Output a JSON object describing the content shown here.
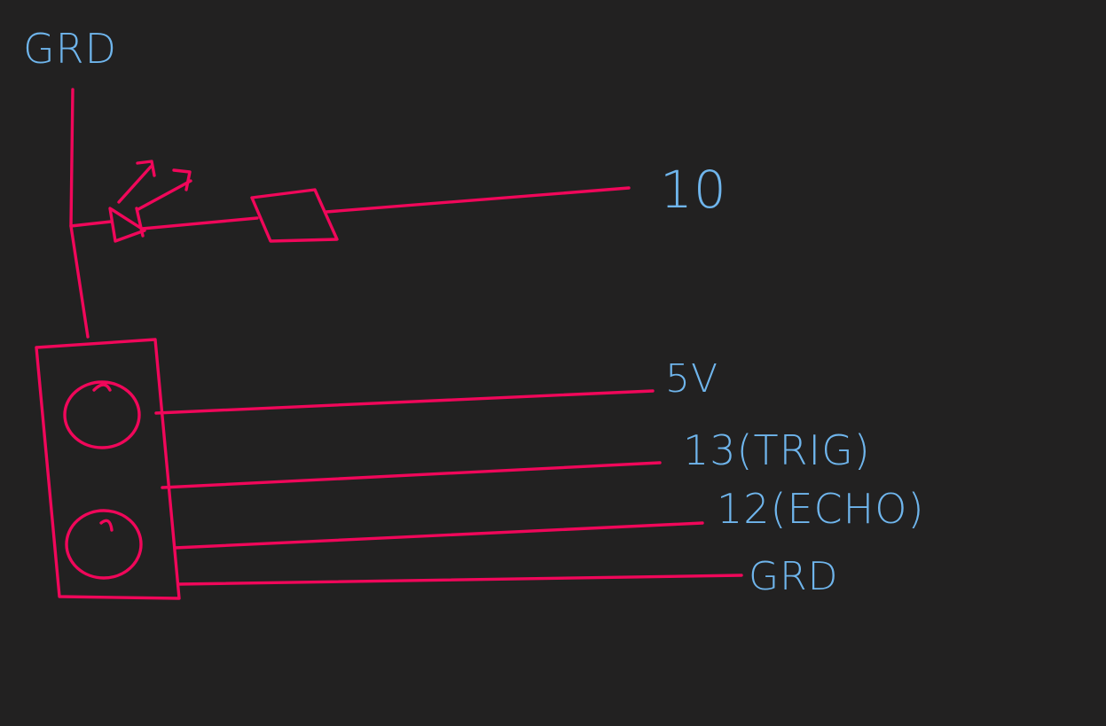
{
  "colors": {
    "background": "#222121",
    "wire": "#f0075a",
    "label": "#6fb5ec"
  },
  "labels": {
    "top_ground": "GRD",
    "led_pin": "10",
    "vcc": "5V",
    "trig": "13(TRIG)",
    "echo": "12(ECHO)",
    "bottom_ground": "GRD"
  }
}
